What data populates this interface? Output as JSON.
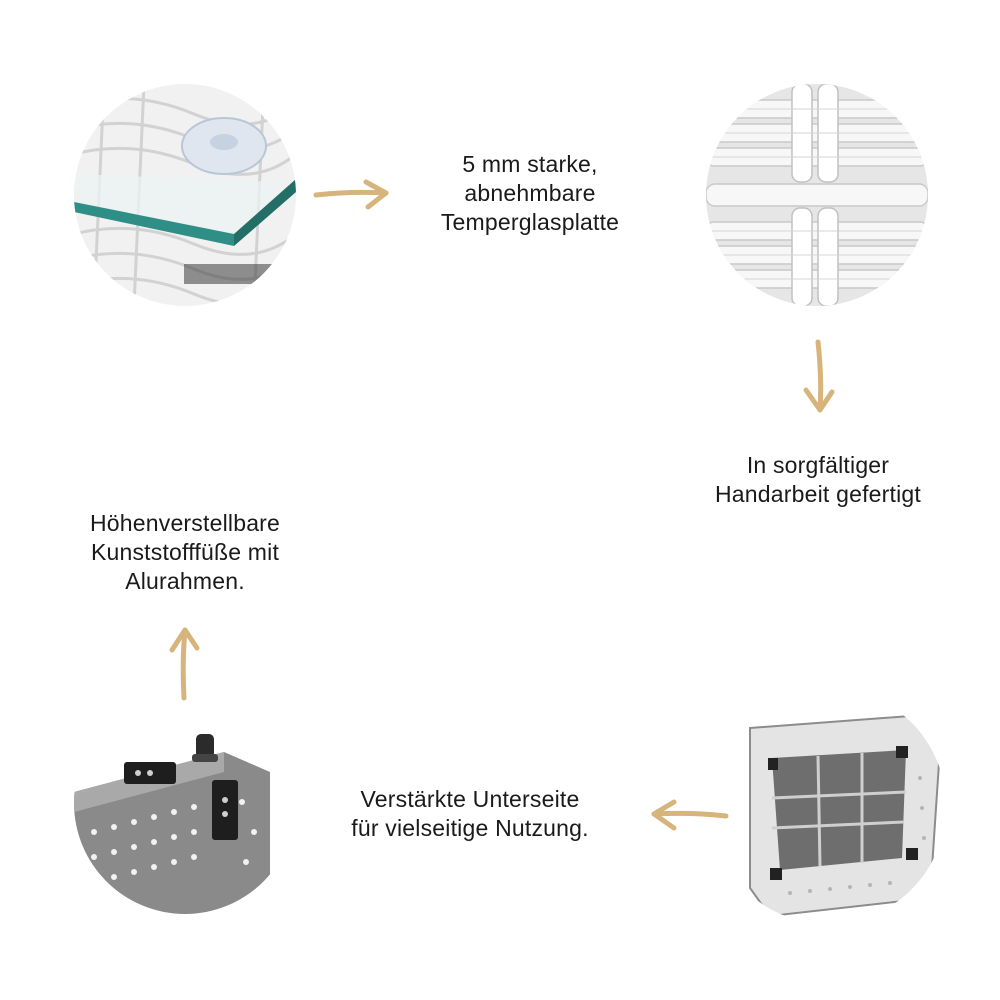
{
  "steps": [
    {
      "image": "glass-top-icon",
      "caption": "5 mm starke,\nabnehmbare\nTemperglasplatte"
    },
    {
      "image": "wicker-weave-icon",
      "caption": "In sorgfältiger\nHandarbeit gefertigt"
    },
    {
      "image": "underside-frame-icon",
      "caption": "Verstärkte Unterseite\nfür vielseitige Nutzung."
    },
    {
      "image": "adjustable-foot-icon",
      "caption": "Höhenverstellbare\nKunststofffüße mit\nAlurahmen."
    }
  ],
  "colors": {
    "arrow": "#d6b47c",
    "text": "#1a1a1a",
    "glass_edge": "#2f8f86",
    "rattan": "#eeeeee"
  }
}
